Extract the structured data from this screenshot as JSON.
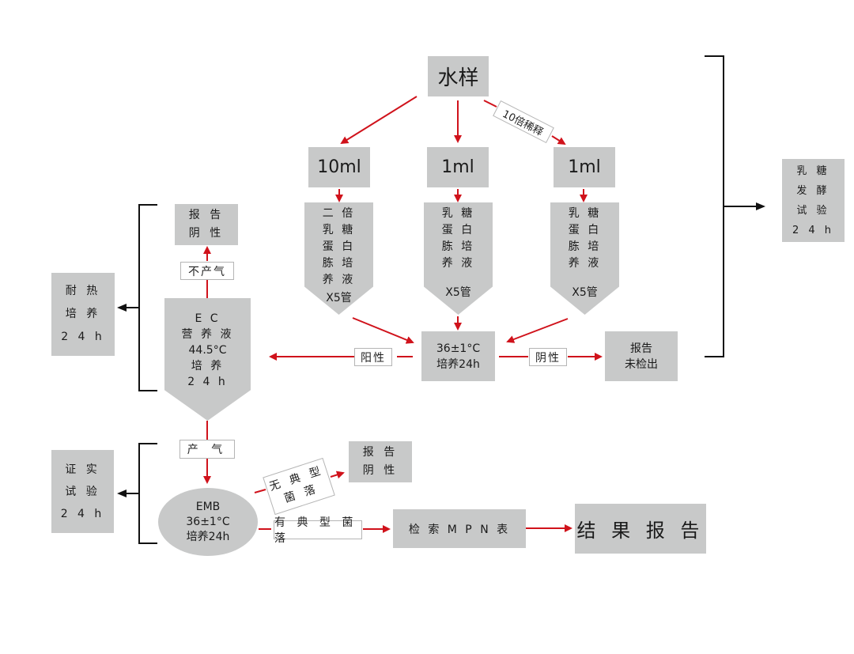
{
  "colors": {
    "box_fill": "#c8c9c9",
    "arrow_red": "#d0121b",
    "bracket_black": "#111111",
    "label_border": "#b5b5b5"
  },
  "source": {
    "label": "水样"
  },
  "dilution_label": "10倍稀释",
  "volumes": [
    {
      "label": "10ml"
    },
    {
      "label": "1ml"
    },
    {
      "label": "1ml"
    }
  ],
  "tubes": [
    {
      "lines": [
        "二 倍",
        "乳 糖",
        "蛋 白",
        "胨 培",
        "养 液"
      ],
      "count": "X5管"
    },
    {
      "lines": [
        "乳 糖",
        "蛋 白",
        "胨 培",
        "养 液"
      ],
      "count": "X5管"
    },
    {
      "lines": [
        "乳 糖",
        "蛋 白",
        "胨 培",
        "养 液"
      ],
      "count": "X5管"
    }
  ],
  "incubation": {
    "lines": [
      "36±1°C",
      "培养24h"
    ]
  },
  "positive_label": "阳性",
  "negative_label": "阴性",
  "not_detected_report": {
    "lines": [
      "报告",
      "未检出"
    ]
  },
  "lactose_test": {
    "lines": [
      "乳 糖",
      "发 酵",
      "试 验",
      "2 4 h"
    ]
  },
  "ec_broth": {
    "lines": [
      "E C",
      "营 养 液",
      "44.5°C",
      "培 养",
      "2 4 h"
    ]
  },
  "no_gas_label": "不产气",
  "ec_negative_report": {
    "lines": [
      "报 告",
      "阴 性"
    ]
  },
  "heat_culture": {
    "lines": [
      "耐 热",
      "培 养",
      "2 4 h"
    ]
  },
  "gas_label": "产 气",
  "emb": {
    "lines": [
      "EMB",
      "36±1°C",
      "培养24h"
    ]
  },
  "atypical_label": {
    "lines": [
      "无 典 型",
      "菌 落"
    ]
  },
  "emb_negative_report": {
    "lines": [
      "报 告",
      "阴 性"
    ]
  },
  "typical_label": "有 典 型 菌 落",
  "confirm_test": {
    "lines": [
      "证 实",
      "试 验",
      "2 4 h"
    ]
  },
  "mpn_lookup": {
    "label": "检 索 M P N 表"
  },
  "final_report": {
    "label": "结 果 报 告"
  }
}
